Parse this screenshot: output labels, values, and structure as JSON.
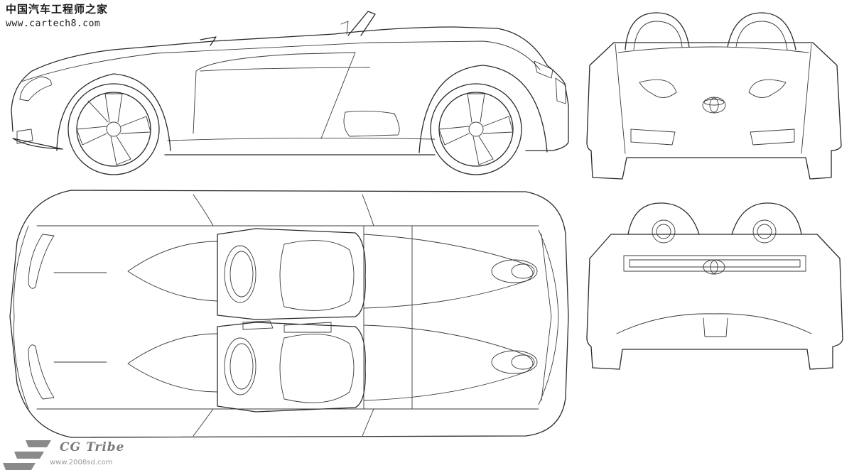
{
  "header": {
    "title": "中国汽车工程师之家",
    "url": "www.cartech8.com"
  },
  "watermark": {
    "brand": "CG Tribe",
    "url": "www.2008sd.com",
    "logo_color": "#8a8a8a"
  },
  "drawing": {
    "line_color": "#2a2a2a",
    "background": "#ffffff",
    "views": [
      "side",
      "front",
      "rear",
      "top"
    ]
  }
}
